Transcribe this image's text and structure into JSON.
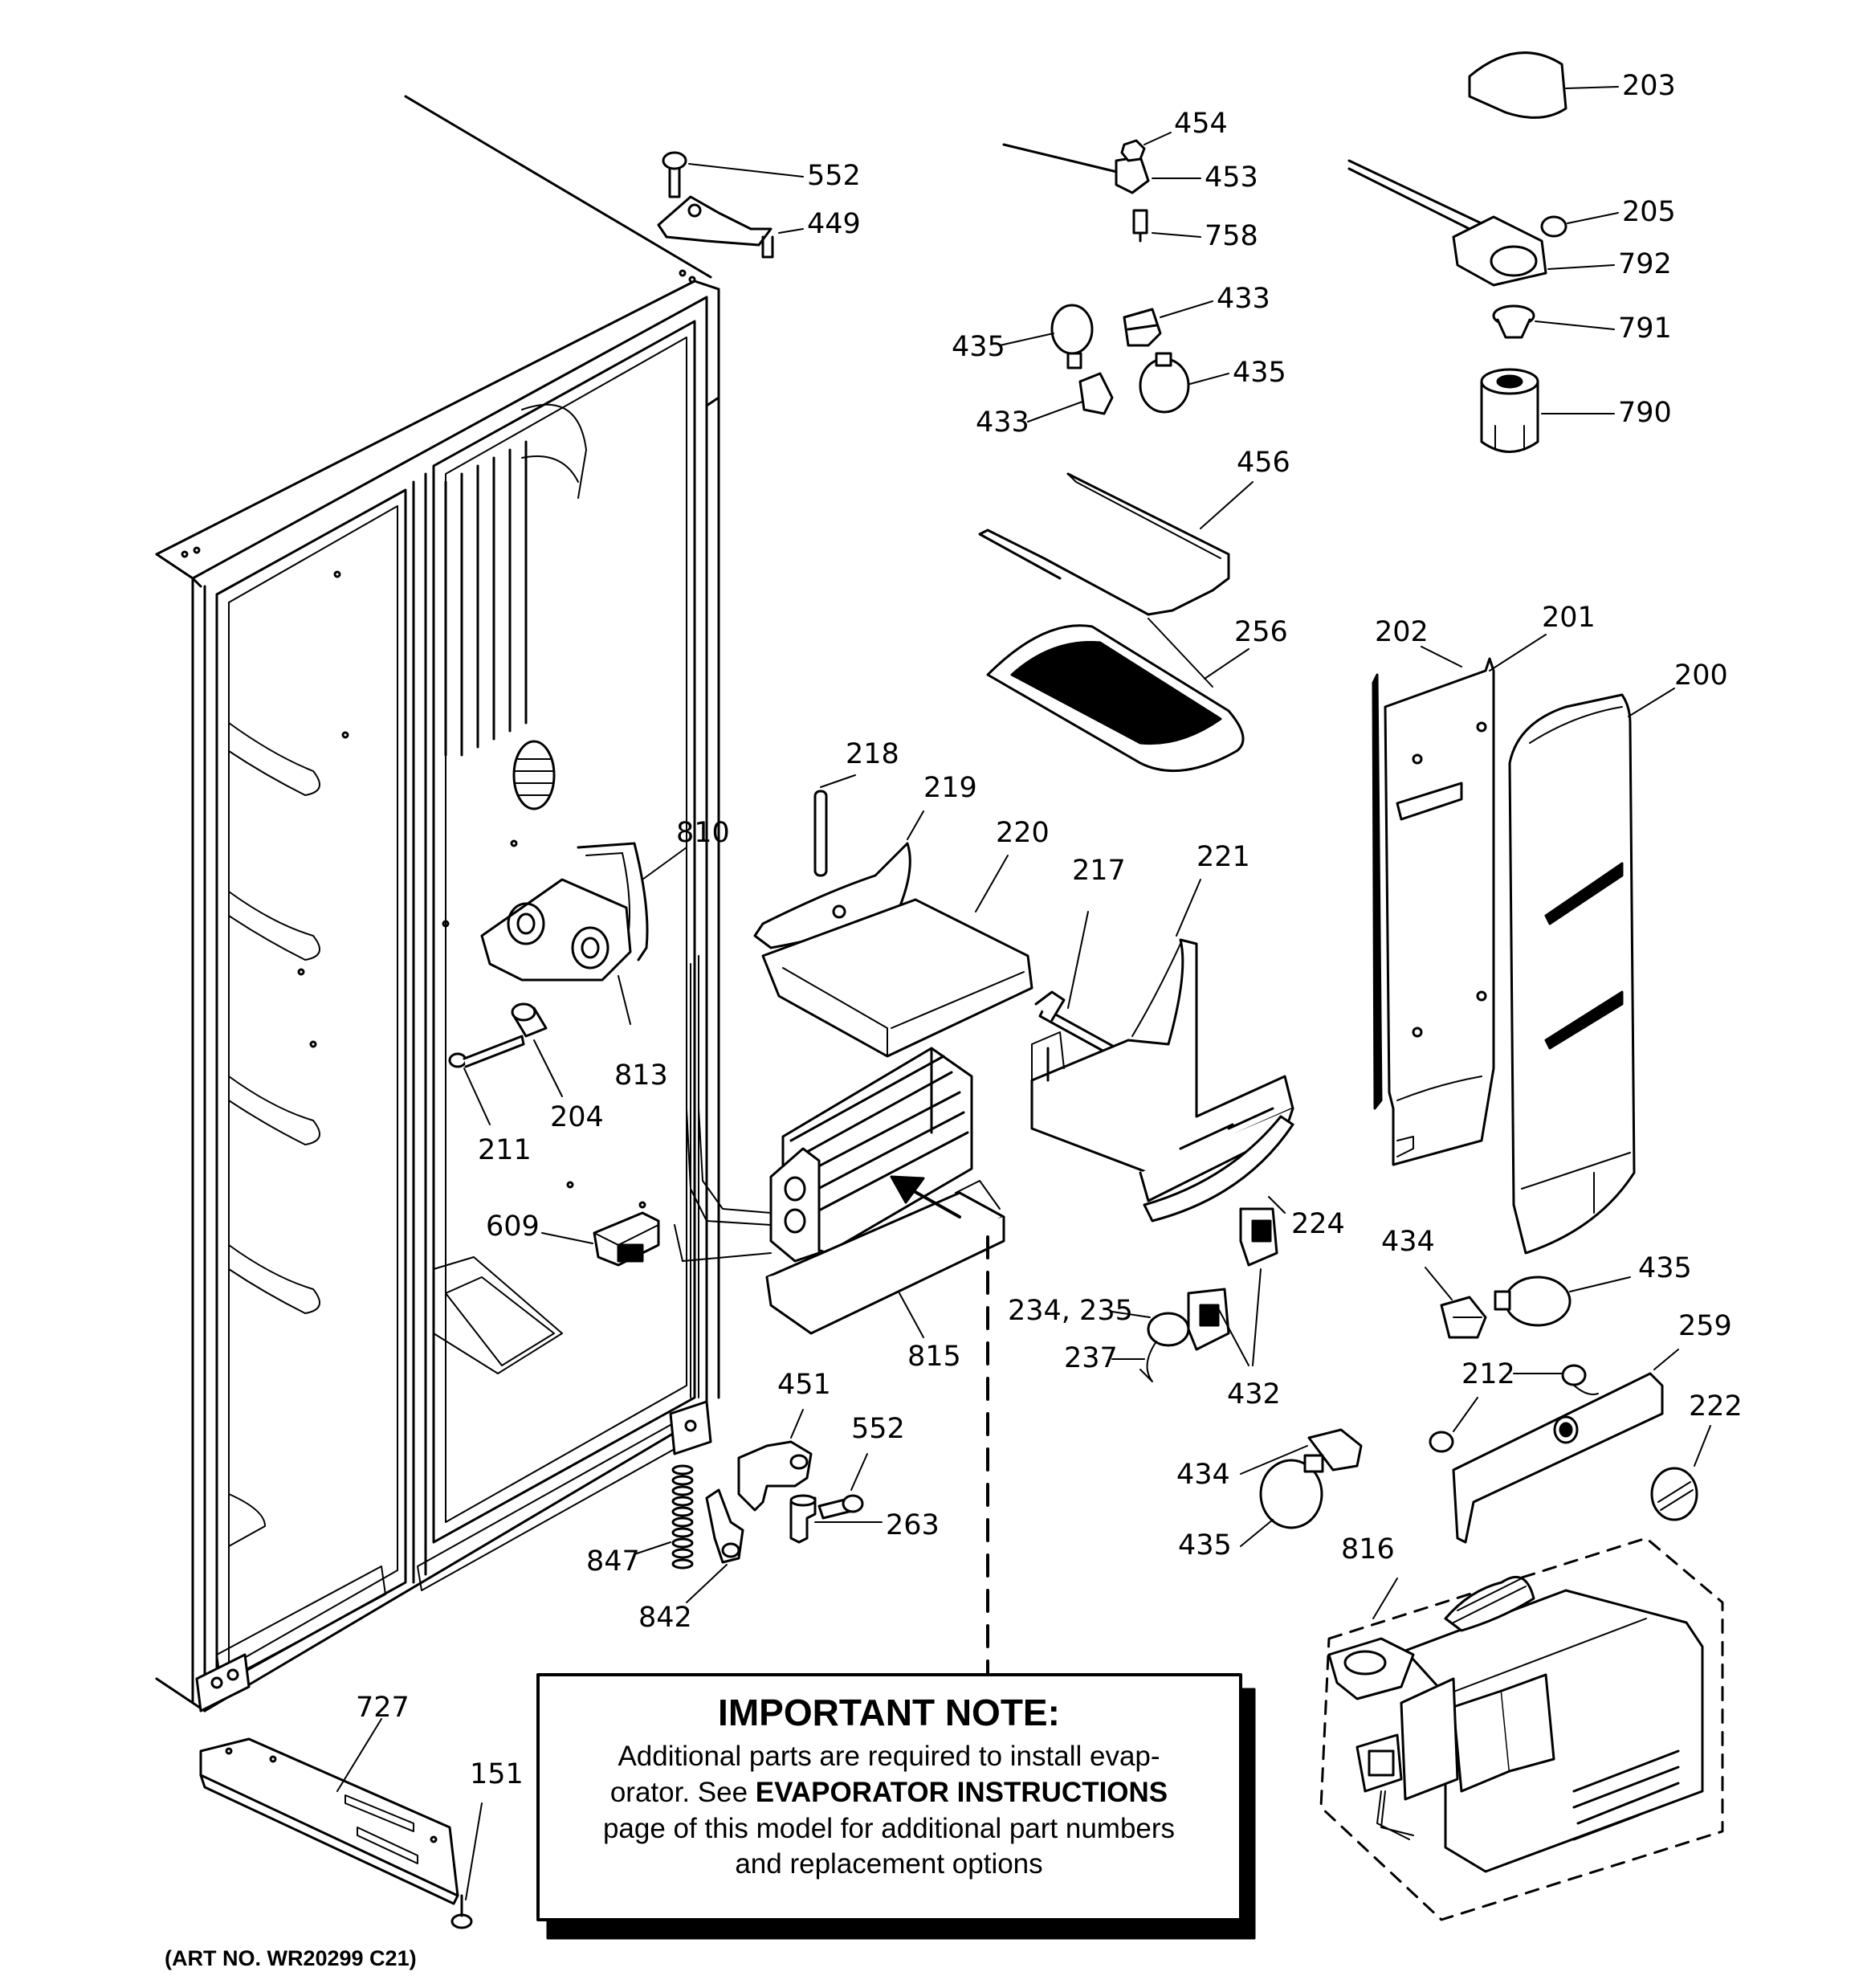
{
  "diagram": {
    "art_number": "(ART NO. WR20299 C21)",
    "note": {
      "title": "IMPORTANT NOTE:",
      "line1": "Additional parts are required to install evap-",
      "line2_pre": "orator.  See ",
      "line2_bold": "EVAPORATOR INSTRUCTIONS",
      "line3": "page of this model for additional part numbers",
      "line4": "and replacement options"
    },
    "labels": {
      "p203": "203",
      "p454": "454",
      "p552a": "552",
      "p453": "453",
      "p205": "205",
      "p449": "449",
      "p758": "758",
      "p792": "792",
      "p433a": "433",
      "p435a": "435",
      "p791": "791",
      "p435b": "435",
      "p433b": "433",
      "p790": "790",
      "p456": "456",
      "p201": "201",
      "p202": "202",
      "p256": "256",
      "p200": "200",
      "p218": "218",
      "p219": "219",
      "p810": "810",
      "p220": "220",
      "p217": "217",
      "p221": "221",
      "p813": "813",
      "p204": "204",
      "p211": "211",
      "p609": "609",
      "p224": "224",
      "p434a": "434",
      "p435c": "435",
      "p234": "234, 235",
      "p815": "815",
      "p237": "237",
      "p259": "259",
      "p432": "432",
      "p451": "451",
      "p212": "212",
      "p222": "222",
      "p552b": "552",
      "p263": "263",
      "p434b": "434",
      "p435d": "435",
      "p847": "847",
      "p816": "816",
      "p842": "842",
      "p727": "727",
      "p151": "151"
    }
  }
}
